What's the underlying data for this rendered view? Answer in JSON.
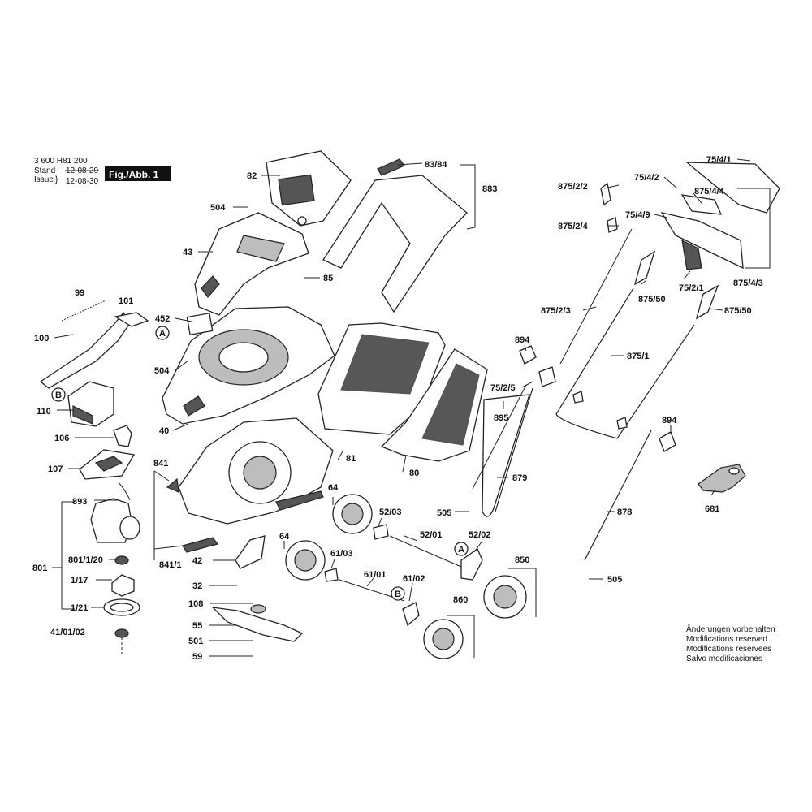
{
  "header": {
    "doc_number": "3 600 H81 200",
    "stand_label": "Stand",
    "issue_label": "Issue",
    "old_date": "12-08-29",
    "new_date": "12-08-30",
    "figure_label": "Fig./Abb. 1"
  },
  "parts": [
    {
      "id": "p82",
      "text": "82"
    },
    {
      "id": "p83_84",
      "text": "83/84"
    },
    {
      "id": "p883",
      "text": "883"
    },
    {
      "id": "p504a",
      "text": "504"
    },
    {
      "id": "p43",
      "text": "43"
    },
    {
      "id": "p85",
      "text": "85"
    },
    {
      "id": "p452",
      "text": "452"
    },
    {
      "id": "p504b",
      "text": "504"
    },
    {
      "id": "p40",
      "text": "40"
    },
    {
      "id": "p99",
      "text": "99"
    },
    {
      "id": "p101",
      "text": "101"
    },
    {
      "id": "p100",
      "text": "100"
    },
    {
      "id": "p110",
      "text": "110"
    },
    {
      "id": "p106",
      "text": "106"
    },
    {
      "id": "p107",
      "text": "107"
    },
    {
      "id": "p81",
      "text": "81"
    },
    {
      "id": "p80",
      "text": "80"
    },
    {
      "id": "p841",
      "text": "841"
    },
    {
      "id": "p841_1",
      "text": "841/1"
    },
    {
      "id": "p893",
      "text": "893"
    },
    {
      "id": "p801",
      "text": "801"
    },
    {
      "id": "p801_1_20",
      "text": "801/1/20"
    },
    {
      "id": "p1_17",
      "text": "1/17"
    },
    {
      "id": "p1_21",
      "text": "1/21"
    },
    {
      "id": "p41_01_02",
      "text": "41/01/02"
    },
    {
      "id": "p42",
      "text": "42"
    },
    {
      "id": "p32",
      "text": "32"
    },
    {
      "id": "p108",
      "text": "108"
    },
    {
      "id": "p55",
      "text": "55"
    },
    {
      "id": "p501",
      "text": "501"
    },
    {
      "id": "p59",
      "text": "59"
    },
    {
      "id": "p64a",
      "text": "64"
    },
    {
      "id": "p64b",
      "text": "64"
    },
    {
      "id": "p52_03",
      "text": "52/03"
    },
    {
      "id": "p52_01",
      "text": "52/01"
    },
    {
      "id": "p52_02",
      "text": "52/02"
    },
    {
      "id": "p61_03",
      "text": "61/03"
    },
    {
      "id": "p61_01",
      "text": "61/01"
    },
    {
      "id": "p61_02",
      "text": "61/02"
    },
    {
      "id": "p860",
      "text": "860"
    },
    {
      "id": "p850",
      "text": "850"
    },
    {
      "id": "p505a",
      "text": "505"
    },
    {
      "id": "p505b",
      "text": "505"
    },
    {
      "id": "p879",
      "text": "879"
    },
    {
      "id": "p878",
      "text": "878"
    },
    {
      "id": "p875_2_2",
      "text": "875/2/2"
    },
    {
      "id": "p875_2_4",
      "text": "875/2/4"
    },
    {
      "id": "p875_2_3",
      "text": "875/2/3"
    },
    {
      "id": "p875_50a",
      "text": "875/50"
    },
    {
      "id": "p875_50b",
      "text": "875/50"
    },
    {
      "id": "p875_1",
      "text": "875/1"
    },
    {
      "id": "p894a",
      "text": "894"
    },
    {
      "id": "p894b",
      "text": "894"
    },
    {
      "id": "p75_2_5",
      "text": "75/2/5"
    },
    {
      "id": "p895",
      "text": "895"
    },
    {
      "id": "p75_4_1",
      "text": "75/4/1"
    },
    {
      "id": "p75_4_2",
      "text": "75/4/2"
    },
    {
      "id": "p875_4_4",
      "text": "875/4/4"
    },
    {
      "id": "p75_4_9",
      "text": "75/4/9"
    },
    {
      "id": "p75_2_1",
      "text": "75/2/1"
    },
    {
      "id": "p875_4_3",
      "text": "875/4/3"
    },
    {
      "id": "p681",
      "text": "681"
    },
    {
      "id": "cA1",
      "text": "A"
    },
    {
      "id": "cB1",
      "text": "B"
    },
    {
      "id": "cA2",
      "text": "A"
    },
    {
      "id": "cB2",
      "text": "B"
    }
  ],
  "notes": [
    "Änderungen vorbehalten",
    "Modifications reserved",
    "Modifications reservees",
    "Salvo modificaciones"
  ]
}
